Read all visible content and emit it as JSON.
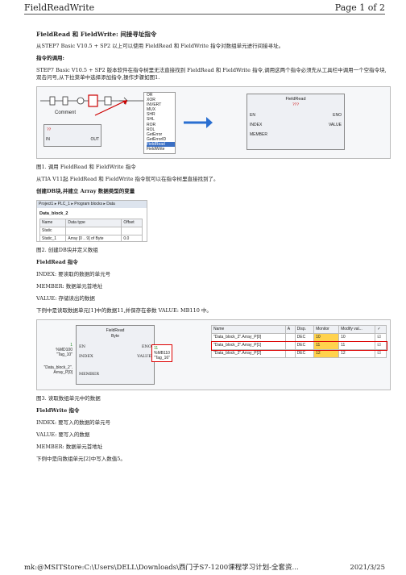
{
  "header": {
    "left": "FieldReadWrite",
    "right": "Page 1 of 2"
  },
  "title": "FieldRead 和 FieldWrite: 间接寻址指令",
  "intro": "从STEP7 Basic V10.5 + SP2 以上可以使用 FieldRead 和 FieldWrite 指令对数组单元进行间接寻址。",
  "section_call": "指令的调用:",
  "call_text": "STEP7 Basic V10.5 + SP2 版本软件在指令树里无法直接找到 FieldRead 和 FieldWrite 指令,调用这两个指令必须先从工具栏中调用一个空指令块,双击问号,从下拉菜单中选择添加指令,操作步骤如图1.",
  "fig1": {
    "comment": "Comment",
    "in_label": "IN",
    "out_label": "OUT",
    "menu": [
      "OR",
      "XOR",
      "INVERT",
      "MUX",
      "SHR",
      "SHL",
      "ROR",
      "ROL",
      "GetError",
      "GetErrorID",
      "FieldRead",
      "FieldWrite"
    ],
    "selected": "FieldRead",
    "block_title": "FieldRead",
    "block_type": "???",
    "en": "EN",
    "eno": "ENO",
    "index": "INDEX",
    "value": "VALUE",
    "member": "MEMBER",
    "caption": "图1. 调用 FieldRead 和 FieldWrite 指令"
  },
  "tia_text": "从TIA V11起 FieldRead 和 FieldWrite 指令就可以在指令树里直接找到了。",
  "section_db": "创建DB块,并建立 Array 数据类型的变量",
  "fig2": {
    "path": [
      "Project1",
      "PLC_1",
      "Program blocks",
      "Data"
    ],
    "db_name": "Data_block_2",
    "cols": [
      "Name",
      "Data type",
      "Offset"
    ],
    "rows": [
      [
        "Static",
        "",
        ""
      ],
      [
        "Static_1",
        "Array [0 .. 9] of Byte",
        "0.0"
      ]
    ],
    "caption": "图2. 创建DB块并定义数组"
  },
  "section_read": "FieldRead 指令",
  "read_index": "INDEX: 要读取的数据的单元号",
  "read_member": "MEMBER: 数据单元首地址",
  "read_value": "VALUE: 存储读出的数据",
  "read_example": "下例中是读取数据单元[1]中的数据11,并保存在参数 VALUE: MB110 中。",
  "fig3": {
    "block_title": "FieldRead",
    "block_type": "Byte",
    "en": "EN",
    "eno": "ENO",
    "index": "INDEX",
    "value": "VALUE",
    "member": "MEMBER",
    "index_val": "1",
    "index_addr": "%MD100",
    "index_tag": "\"Tag_10\"",
    "member_addr": "\"Data_block_2\".",
    "member_arr": "Array_P[0]",
    "value_val": "11",
    "value_addr": "%MB110",
    "value_tag": "\"Tag_16\"",
    "tbl_cols": [
      "Name",
      "A",
      "Disp.",
      "Monitor",
      "Modify val..."
    ],
    "tbl_rows": [
      [
        "\"Data_block_2\".Array_P[0]",
        "",
        "DEC",
        "10",
        "10"
      ],
      [
        "\"Data_block_2\".Array_P[1]",
        "",
        "DEC",
        "11",
        "11"
      ],
      [
        "\"Data_block_2\".Array_P[2]",
        "",
        "DEC",
        "12",
        "12"
      ]
    ],
    "caption": "图3. 读取数组单元中的数据"
  },
  "section_write": "FieldWrite 指令",
  "write_index": "INDEX: 要写入的数据的单元号",
  "write_value": "VALUE: 要写入的数据",
  "write_member": "MEMBER: 数据单元首地址",
  "write_example": "下例中是向数组单元[2]中写入数值5。",
  "footer": {
    "left": "mk:@MSITStore:C:\\Users\\DELL\\Downloads\\西门子S7-1200课程学习计划-全套资...",
    "right": "2021/3/25"
  }
}
